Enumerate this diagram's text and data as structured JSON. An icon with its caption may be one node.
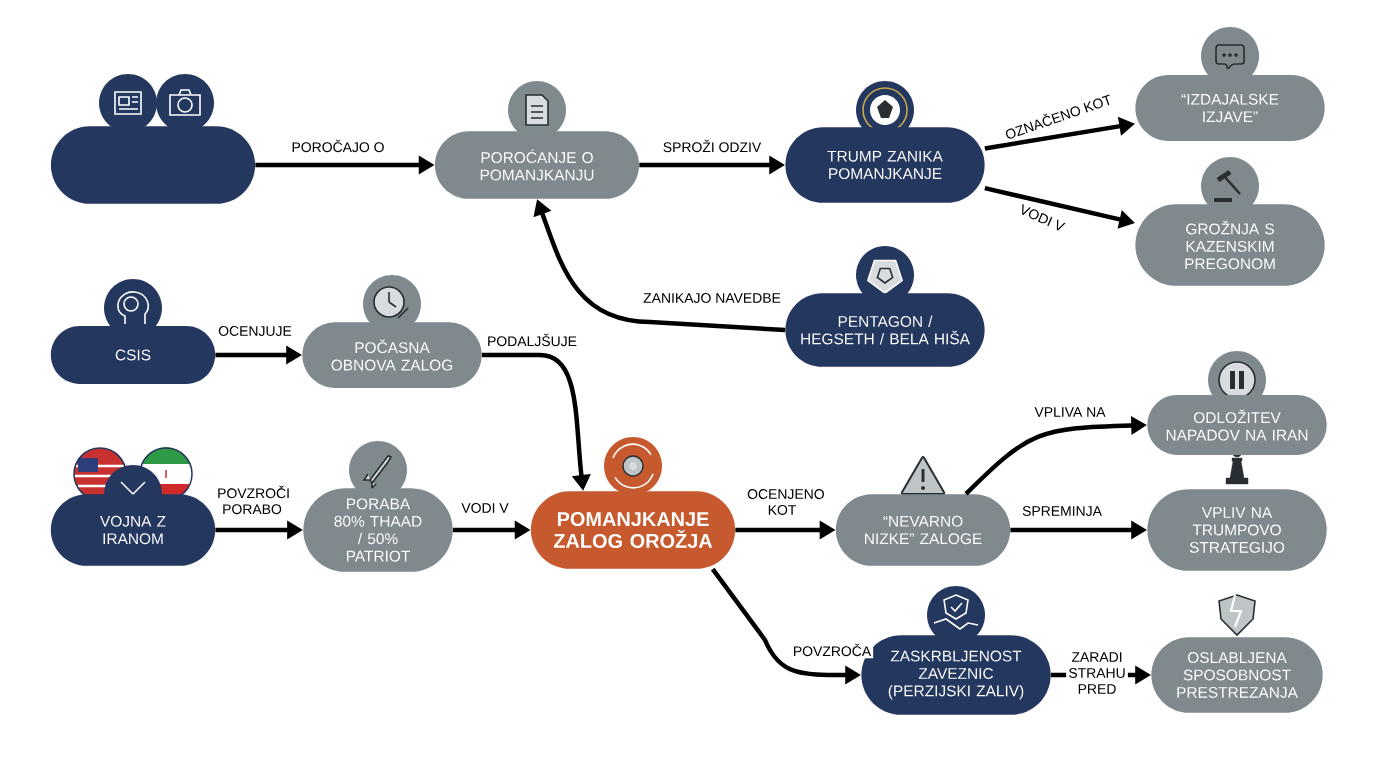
{
  "diagram": {
    "nodes": [
      {
        "text": [],
        "shape": "box"
      },
      {
        "text": [
          "POROĆANJE O POMANJKANJU"
        ]
      },
      {
        "text": [
          "TRUMP ZANIKA POMANJKANJE"
        ]
      },
      {
        "text": [
          "“IZDAJALSKE IZJAVE”"
        ]
      },
      {
        "text": [
          "GROŽNJA S KAZENSKIM PREGONOM"
        ]
      },
      {
        "text": [
          "PENTAGON / HEGSETH / BELA HIŠA"
        ]
      },
      {
        "text": [
          "CSIS"
        ]
      },
      {
        "text": [
          "POČASNA OBNOVA ZALOG"
        ]
      },
      {
        "text": [
          "VOJNA Z IRANOM"
        ]
      },
      {
        "text": [
          "PORABA 80% THAAD / 50% PATRIOT"
        ]
      },
      {
        "text": [
          "POMANJKANJE ZALOG OROŽJA"
        ]
      },
      {
        "text": [
          "“NEVARNO NIZKE” ZALOGE"
        ]
      },
      {
        "text": [
          "ODLOŽITEV NAPADOV NA IRAN"
        ]
      },
      {
        "text": [
          "VPLIV NA TRUMPOVO STRATEGIJO"
        ]
      },
      {
        "text": [
          "ZASKRBLJENOST ZAVEZNIC (PERZIJSKI ZALIV)"
        ]
      },
      {
        "text": [
          "OSLABLJENA SPOSOBNOST PRESTREZANJA"
        ]
      }
    ],
    "edges": [
      {
        "from": 0,
        "to": 1,
        "arrow": "to",
        "label": "POROČAJO O"
      },
      {
        "from": 1,
        "to": 2,
        "arrow": "to",
        "label": "SPROŽI ODZIV"
      },
      {
        "from": 2,
        "to": 3,
        "arrow": "to",
        "label": "OZNAČENO KOT"
      },
      {
        "from": 2,
        "to": 4,
        "arrow": "to",
        "label": "VODI V"
      },
      {
        "from": 5,
        "to": 1,
        "arrow": "to",
        "label": "ZANIKAJO NAVEDBE"
      },
      {
        "from": 6,
        "to": 7,
        "arrow": "to",
        "label": "OCENJUJE"
      },
      {
        "from": 7,
        "to": 10,
        "arrow": "to",
        "label": "PODALJŠUJE"
      },
      {
        "from": 8,
        "to": 9,
        "arrow": "to",
        "label": "POVZROČI PORABO"
      },
      {
        "from": 9,
        "to": 10,
        "arrow": "to",
        "label": "VODI V"
      },
      {
        "from": 10,
        "to": 11,
        "arrow": "to",
        "label": "OCENJENO KOT"
      },
      {
        "from": 11,
        "to": 12,
        "arrow": "to",
        "label": "VPLIVA NA"
      },
      {
        "from": 11,
        "to": 13,
        "arrow": "to",
        "label": "SPREMINJA"
      },
      {
        "from": 10,
        "to": 14,
        "arrow": "to",
        "label": "POVZROČA"
      },
      {
        "from": 14,
        "to": 15,
        "arrow": "to",
        "label": "ZARADI STRAHU PRED"
      }
    ]
  }
}
